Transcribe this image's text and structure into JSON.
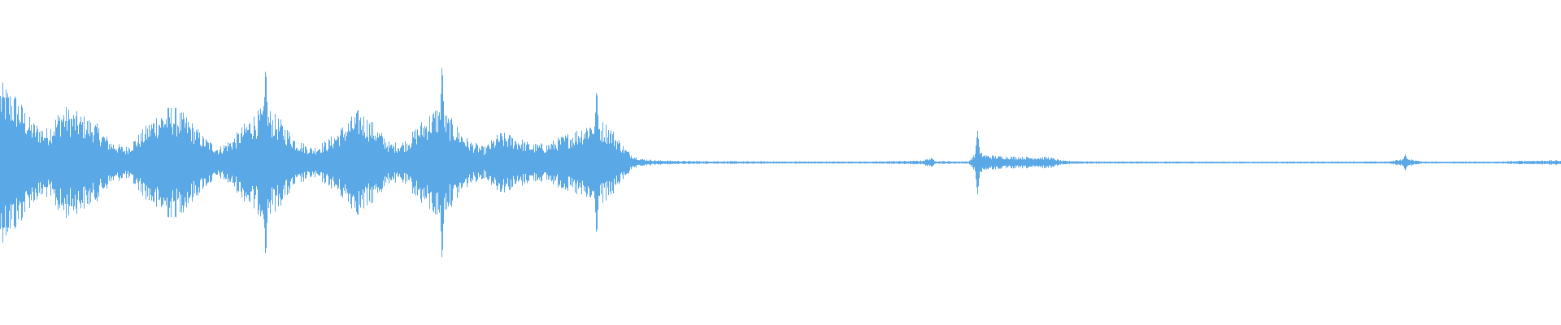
{
  "waveform": {
    "color": "#5aa8e6",
    "background": "#ffffff",
    "peak_events": [
      {
        "time_fraction": 0.17,
        "amplitude": 0.62
      },
      {
        "time_fraction": 0.283,
        "amplitude": 0.64
      },
      {
        "time_fraction": 0.382,
        "amplitude": 0.48
      },
      {
        "time_fraction": 0.626,
        "amplitude": 0.2
      },
      {
        "time_fraction": 0.9,
        "amplitude": 0.05
      }
    ],
    "envelope": [
      [
        0.0,
        0.42
      ],
      [
        0.01,
        0.36
      ],
      [
        0.02,
        0.22
      ],
      [
        0.03,
        0.18
      ],
      [
        0.04,
        0.3
      ],
      [
        0.05,
        0.26
      ],
      [
        0.06,
        0.22
      ],
      [
        0.07,
        0.12
      ],
      [
        0.08,
        0.08
      ],
      [
        0.09,
        0.16
      ],
      [
        0.1,
        0.26
      ],
      [
        0.11,
        0.3
      ],
      [
        0.12,
        0.24
      ],
      [
        0.13,
        0.14
      ],
      [
        0.14,
        0.08
      ],
      [
        0.15,
        0.14
      ],
      [
        0.16,
        0.24
      ],
      [
        0.17,
        0.3
      ],
      [
        0.18,
        0.22
      ],
      [
        0.19,
        0.12
      ],
      [
        0.2,
        0.08
      ],
      [
        0.21,
        0.12
      ],
      [
        0.22,
        0.2
      ],
      [
        0.23,
        0.28
      ],
      [
        0.24,
        0.2
      ],
      [
        0.25,
        0.1
      ],
      [
        0.26,
        0.12
      ],
      [
        0.27,
        0.22
      ],
      [
        0.28,
        0.3
      ],
      [
        0.29,
        0.22
      ],
      [
        0.3,
        0.12
      ],
      [
        0.31,
        0.08
      ],
      [
        0.32,
        0.16
      ],
      [
        0.33,
        0.14
      ],
      [
        0.34,
        0.1
      ],
      [
        0.35,
        0.1
      ],
      [
        0.36,
        0.14
      ],
      [
        0.37,
        0.18
      ],
      [
        0.38,
        0.24
      ],
      [
        0.39,
        0.2
      ],
      [
        0.4,
        0.08
      ],
      [
        0.405,
        0.04
      ],
      [
        0.41,
        0.02
      ],
      [
        0.42,
        0.012
      ],
      [
        0.44,
        0.008
      ],
      [
        0.5,
        0.006
      ],
      [
        0.56,
        0.006
      ],
      [
        0.59,
        0.01
      ],
      [
        0.596,
        0.025
      ],
      [
        0.6,
        0.008
      ],
      [
        0.62,
        0.006
      ],
      [
        0.626,
        0.06
      ],
      [
        0.632,
        0.04
      ],
      [
        0.64,
        0.035
      ],
      [
        0.66,
        0.03
      ],
      [
        0.672,
        0.03
      ],
      [
        0.68,
        0.01
      ],
      [
        0.7,
        0.006
      ],
      [
        0.8,
        0.005
      ],
      [
        0.89,
        0.006
      ],
      [
        0.896,
        0.018
      ],
      [
        0.904,
        0.018
      ],
      [
        0.91,
        0.006
      ],
      [
        0.96,
        0.005
      ],
      [
        0.975,
        0.01
      ],
      [
        1.0,
        0.012
      ]
    ]
  }
}
